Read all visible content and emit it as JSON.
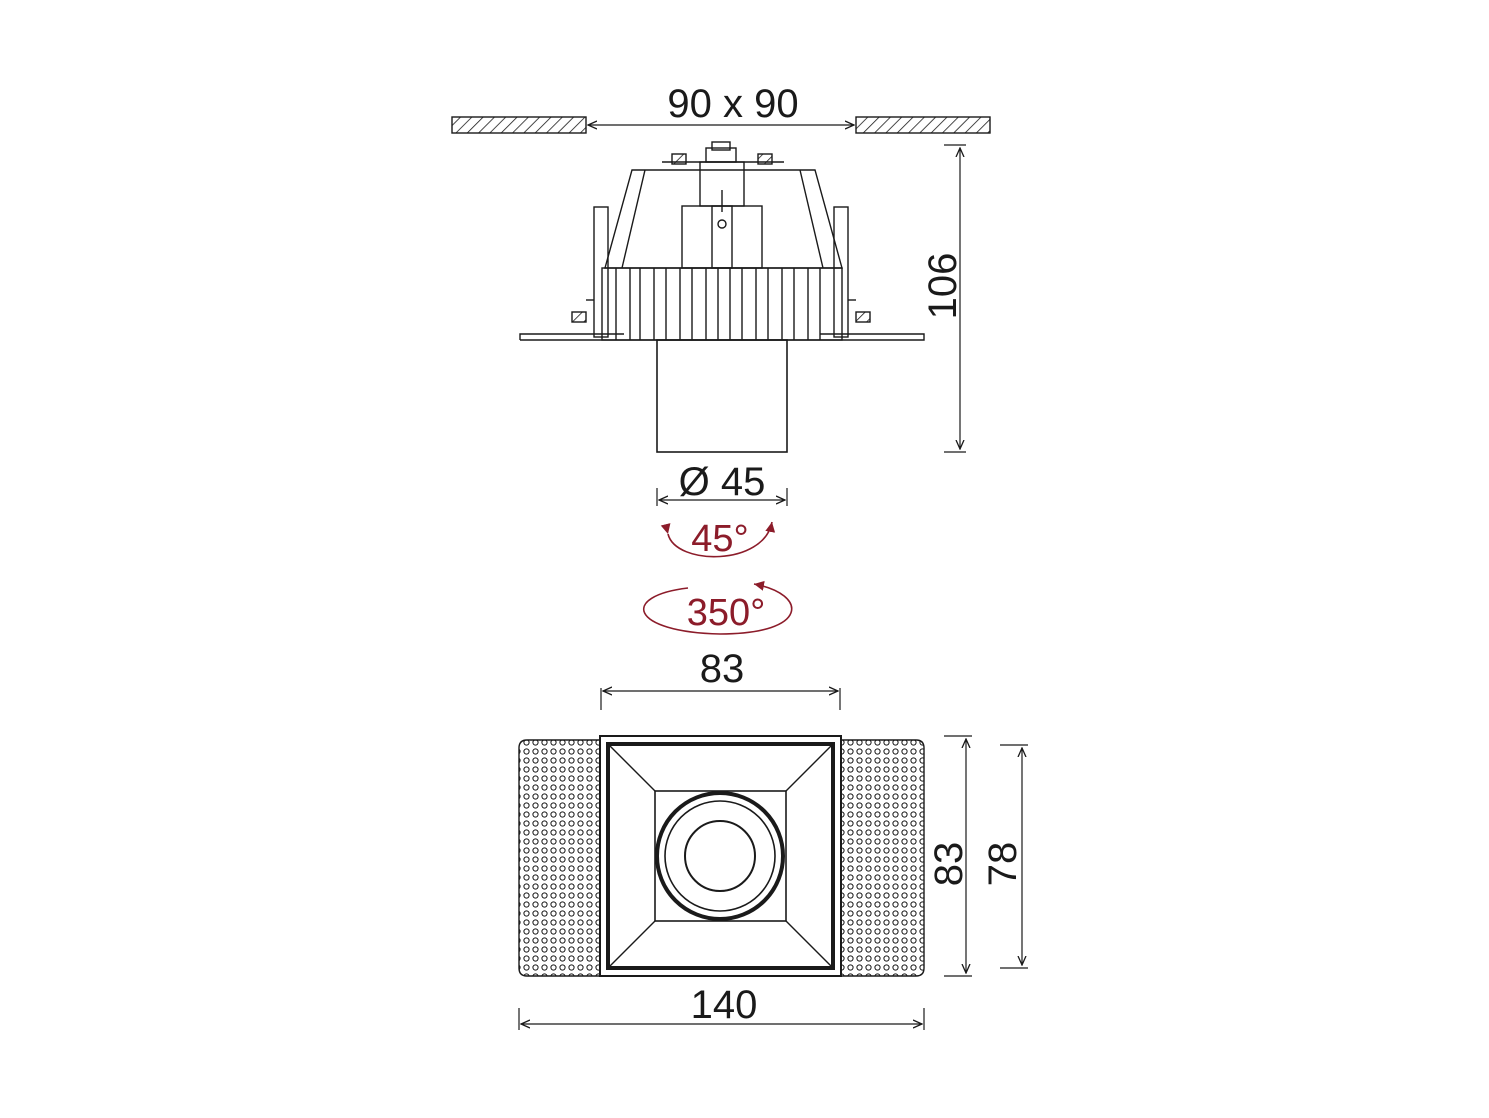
{
  "dimensions": {
    "cutout": "90 x 90",
    "height": "106",
    "diameter": "Ø 45",
    "tilt": "45°",
    "rotation": "350°",
    "front_width": "83",
    "total_width": "140",
    "outer_height": "83",
    "inner_height": "78"
  },
  "colors": {
    "line": "#1a1a1a",
    "rotation_accent": "#8c1c2a"
  }
}
